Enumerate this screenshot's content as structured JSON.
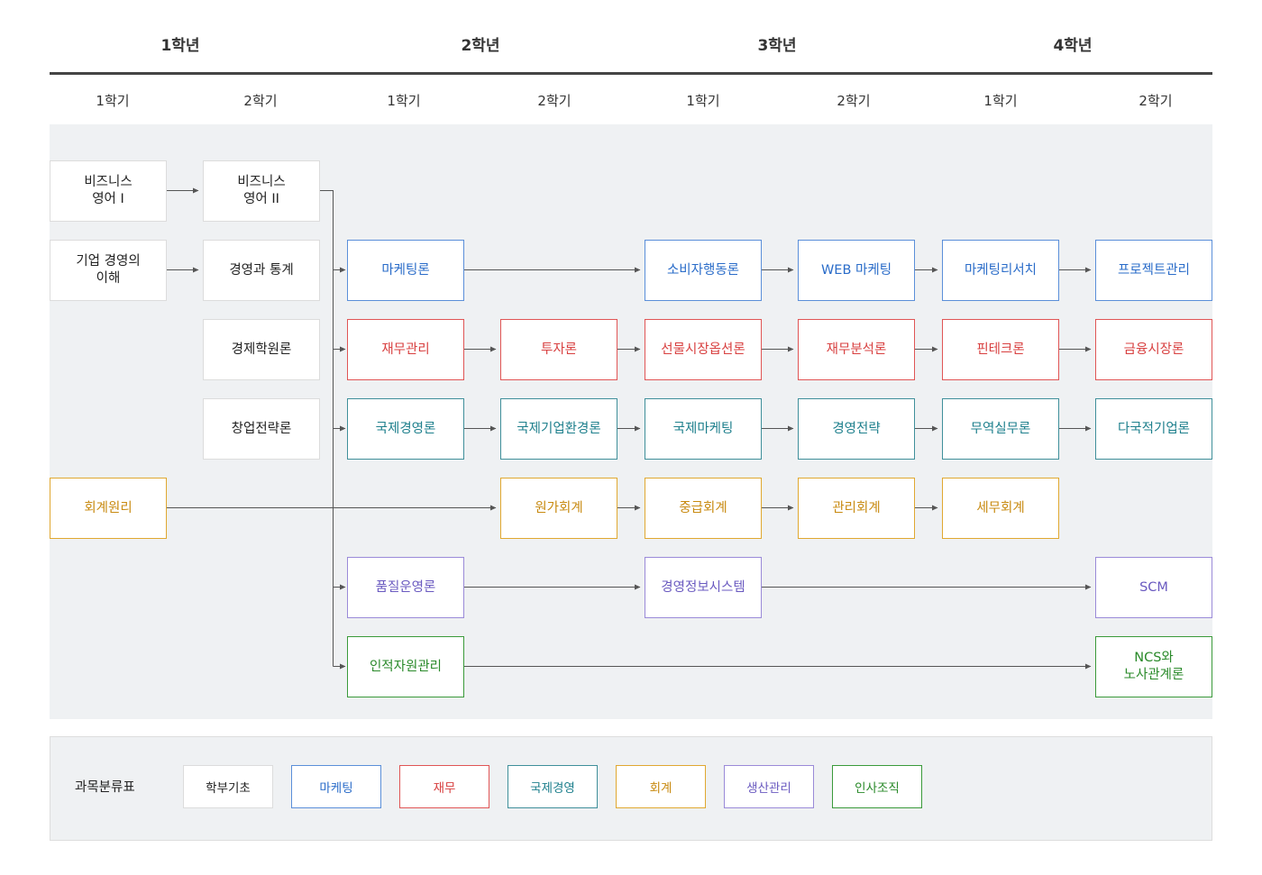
{
  "years": [
    "1학년",
    "2학년",
    "3학년",
    "4학년"
  ],
  "semesters": [
    "1학기",
    "2학기",
    "1학기",
    "2학기",
    "1학기",
    "2학기",
    "1학기",
    "2학기"
  ],
  "colors": {
    "base": "#dcdcdc",
    "marketing": "#5b8fd9",
    "finance": "#e05555",
    "intl": "#3f8f9a",
    "accounting": "#e0a830",
    "production": "#9a8ad8",
    "hr": "#3a9a3a"
  },
  "text_colors": {
    "base": "#222222",
    "marketing": "#2a6cc9",
    "finance": "#d84040",
    "intl": "#1d7f8c",
    "accounting": "#c88a10",
    "production": "#6a5ac0",
    "hr": "#2a8a2a"
  },
  "courses": {
    "biz_eng1": "비즈니스\n영어 I",
    "biz_eng2": "비즈니스\n영어 II",
    "understanding": "기업 경영의\n이해",
    "mgmt_stats": "경영과 통계",
    "econ": "경제학원론",
    "startup": "창업전략론",
    "acct_principles": "회계원리",
    "marketing": "마케팅론",
    "consumer": "소비자행동론",
    "web_mkt": "WEB 마케팅",
    "mkt_research": "마케팅리서치",
    "project_mgmt": "프로젝트관리",
    "fin_mgmt": "재무관리",
    "investment": "투자론",
    "futures": "선물시장옵션론",
    "fin_analysis": "재무분석론",
    "fintech": "핀테크론",
    "fin_market": "금융시장론",
    "intl_mgmt": "국제경영론",
    "intl_env": "국제기업환경론",
    "intl_mkt": "국제마케팅",
    "strategy": "경영전략",
    "trade": "무역실무론",
    "multinational": "다국적기업론",
    "cost_acct": "원가회계",
    "inter_acct": "중급회계",
    "mgmt_acct": "관리회계",
    "tax_acct": "세무회계",
    "quality": "품질운영론",
    "mis": "경영정보시스템",
    "scm": "SCM",
    "hrm": "인적자원관리",
    "ncs": "NCS와\n노사관계론"
  },
  "legend": {
    "title": "과목분류표",
    "items": [
      "학부기초",
      "마케팅",
      "재무",
      "국제경영",
      "회계",
      "생산관리",
      "인사조직"
    ]
  }
}
